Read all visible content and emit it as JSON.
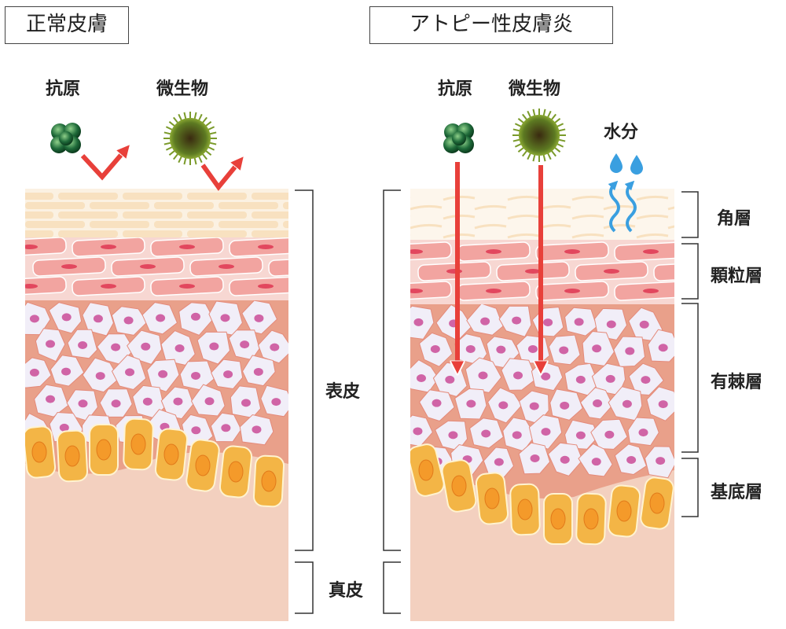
{
  "titles": {
    "normal": "正常皮膚",
    "atopic": "アトピー性皮膚炎"
  },
  "normal_panel": {
    "antigen": "抗原",
    "microbe": "微生物"
  },
  "atopic_panel": {
    "antigen": "抗原",
    "microbe": "微生物",
    "water": "水分"
  },
  "layers": {
    "stratum_corneum": "角層",
    "stratum_granulosum": "顆粒層",
    "stratum_spinosum": "有棘層",
    "stratum_basale": "基底層"
  },
  "regions": {
    "epidermis": "表皮",
    "dermis": "真皮"
  },
  "colors": {
    "dermis": "#f3d0bf",
    "spinous_bg": "#e9a08a",
    "cell": "#f1eef8",
    "nucleus": "#d064a6",
    "granular": "#f2a4a0",
    "corneum": "#f8e1c0",
    "basal": "#f3b546",
    "arrow_red": "#e8403a",
    "water_blue": "#3a9fe0",
    "antigen_green": "#1f6b3a",
    "microbe_green": "#5d7a22"
  }
}
